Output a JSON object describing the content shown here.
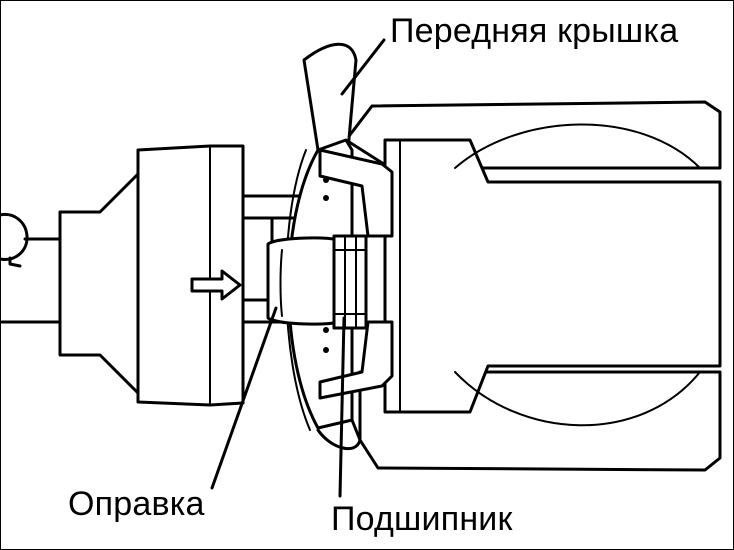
{
  "labels": {
    "front_cover": "Передняя крышка",
    "mandrel": "Оправка",
    "bearing": "Подшипник"
  },
  "colors": {
    "ink": "#000000",
    "background": "#ffffff"
  },
  "icons": {
    "arrow": "right-arrow-icon"
  }
}
